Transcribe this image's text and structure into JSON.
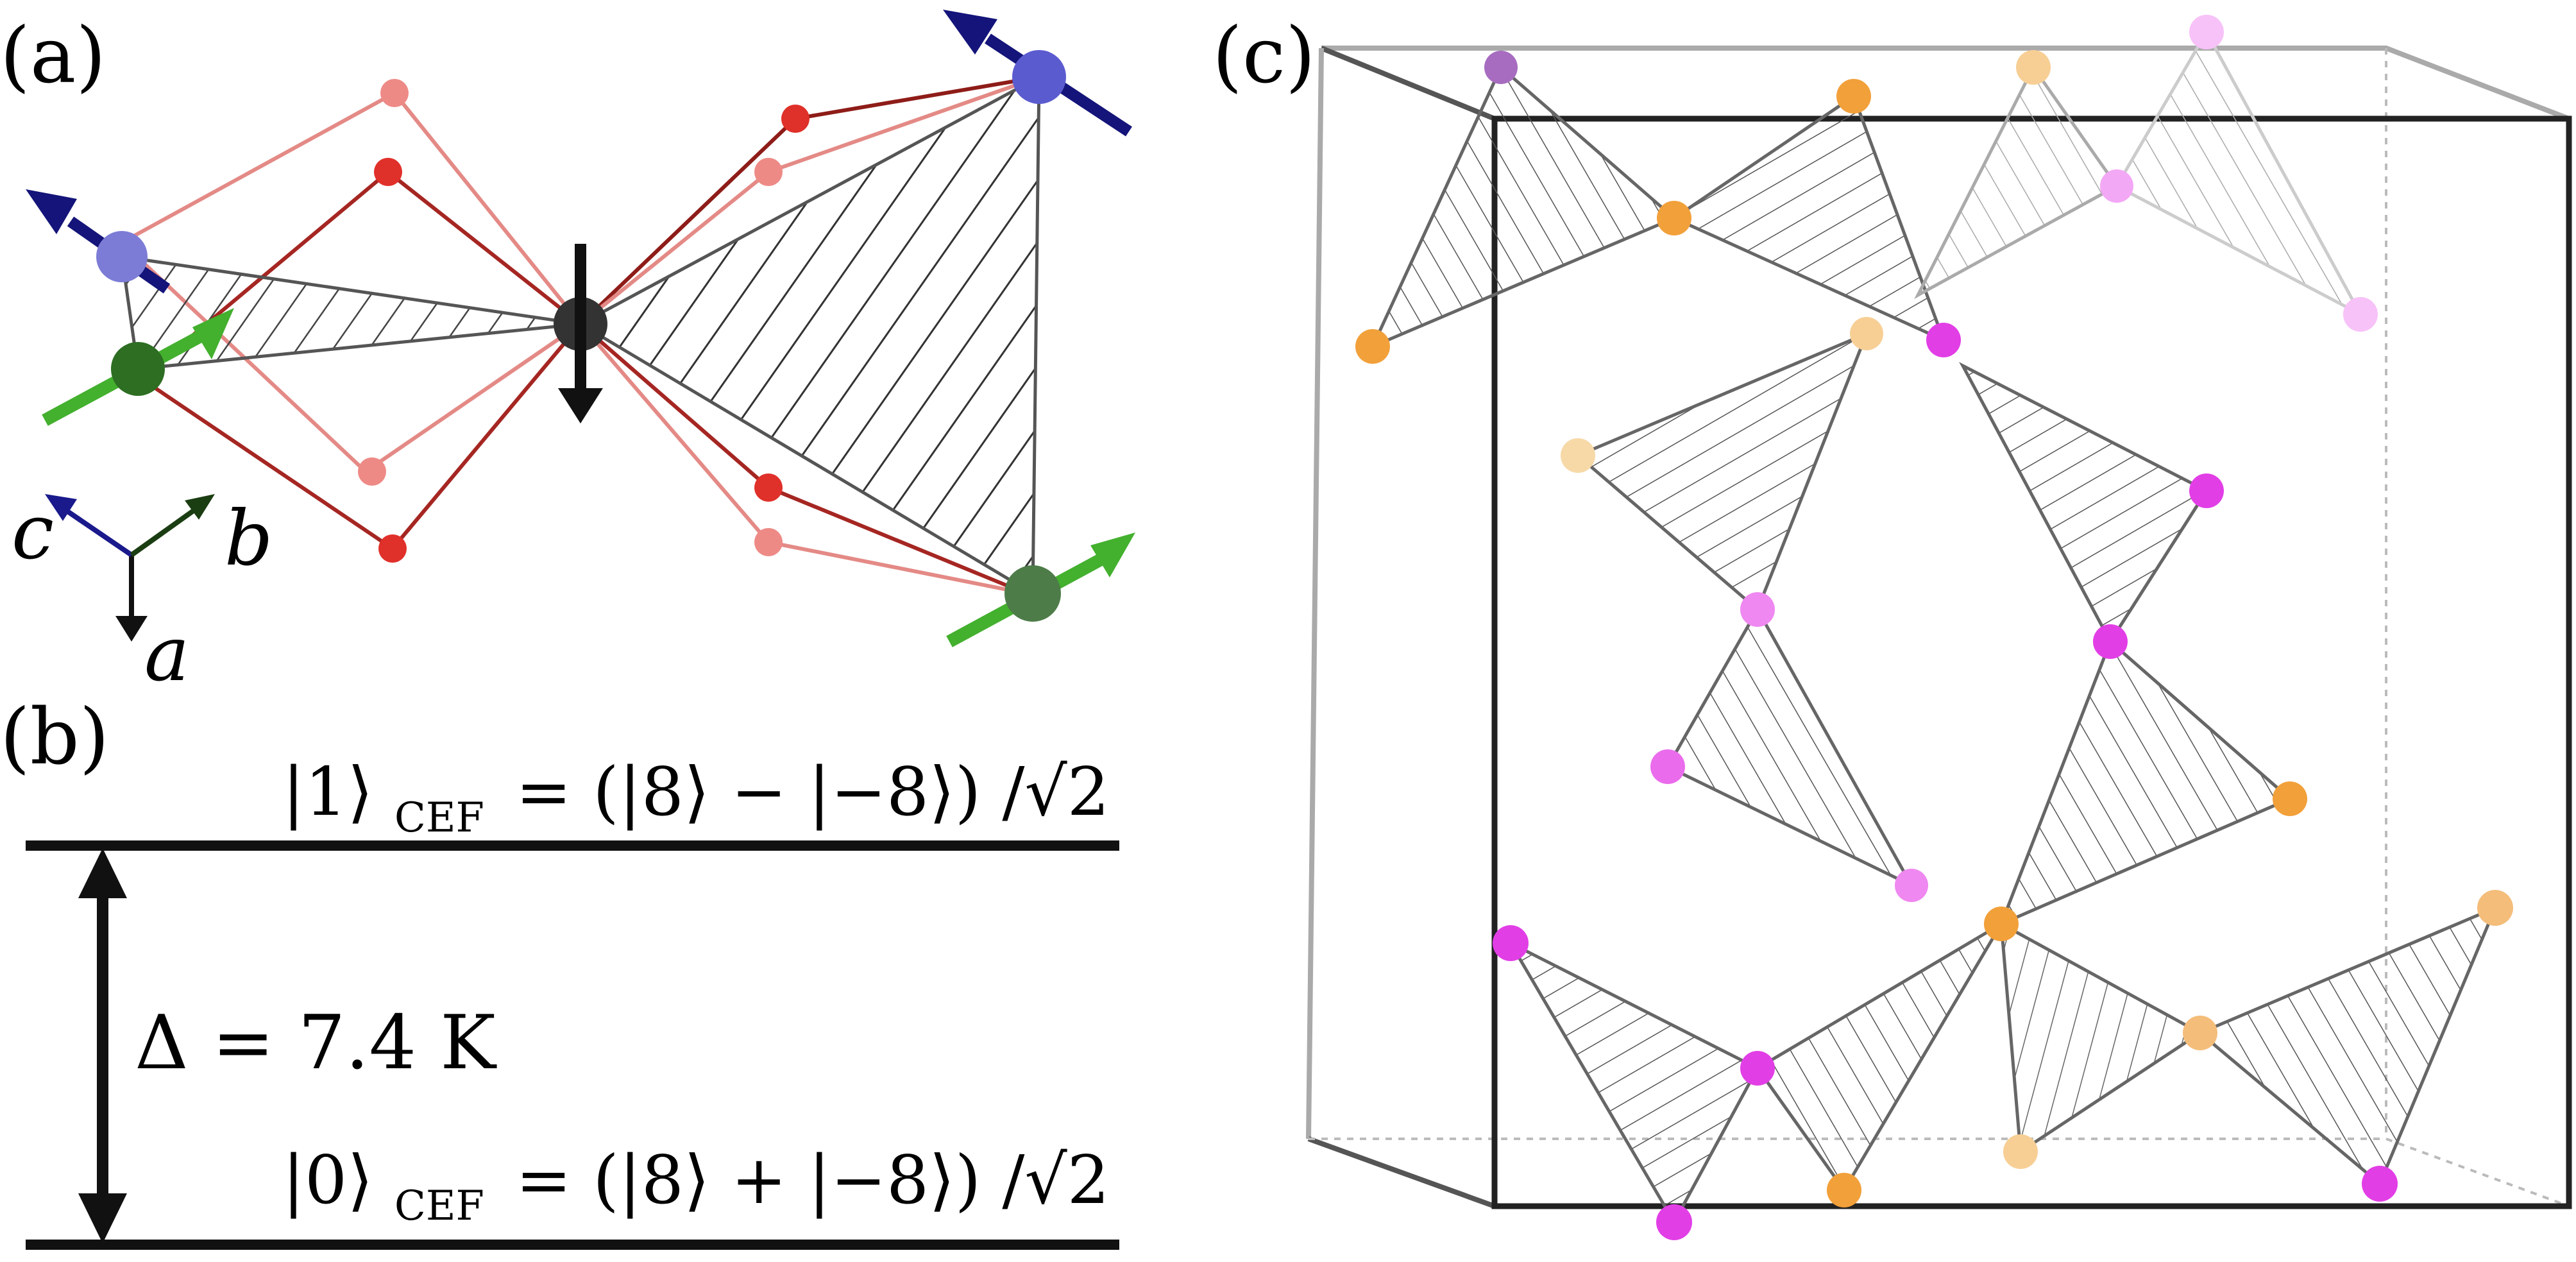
{
  "panels": {
    "a": {
      "label": "(a)",
      "axes": {
        "c": "c",
        "b": "b",
        "a": "a"
      },
      "colors": {
        "spin_blue": "#1a1a8c",
        "spin_green": "#2f9a1f",
        "central": "#333333",
        "ligand_red": "#e0302a",
        "ligand_pink": "#ee8a86"
      }
    },
    "b": {
      "label": "(b)",
      "upper_state": "|1⟩",
      "upper_sub": "CEF",
      "upper_rhs": "= (|8⟩ − |−8⟩) /√2",
      "lower_state": "|0⟩",
      "lower_sub": "CEF",
      "lower_rhs": "= (|8⟩ + |−8⟩) /√2",
      "gap": "Δ = 7.4 K"
    },
    "c": {
      "label": "(c)",
      "colors": {
        "orange": "#f2a03a",
        "magenta": "#e23ee6",
        "light_orange": "#f7cf95",
        "light_magenta": "#f3a8f5"
      }
    }
  }
}
